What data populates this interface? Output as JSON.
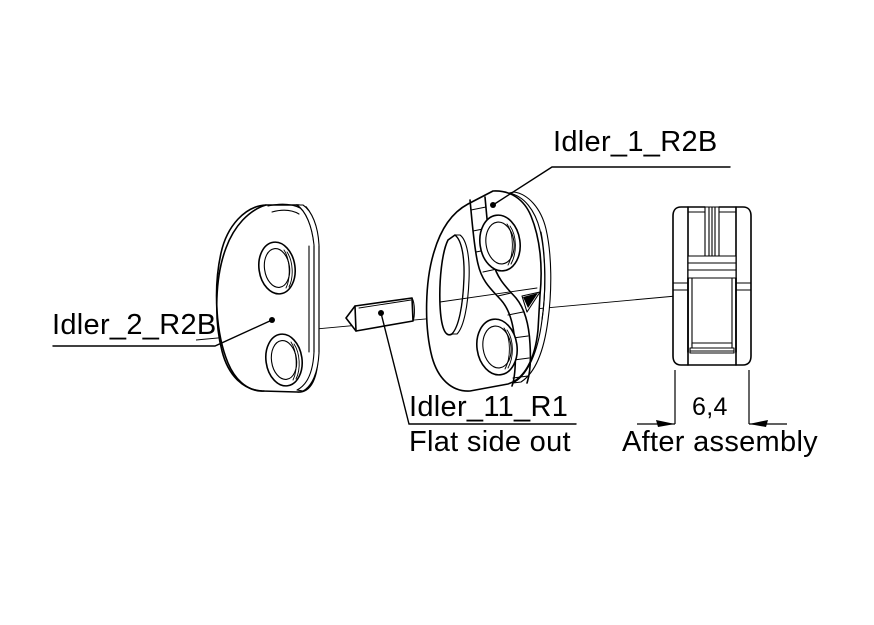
{
  "drawing": {
    "type": "exploded-assembly-technical-drawing",
    "background_color": "#ffffff",
    "line_color": "#000000",
    "parts": [
      {
        "id": "idler_1",
        "label": "Idler_1_R2B",
        "description": "double-bore idler plate with slot and ribbed face"
      },
      {
        "id": "idler_2",
        "label": "Idler_2_R2B",
        "description": "oval cover plate with two bores"
      },
      {
        "id": "idler_11",
        "label": "Idler_11_R1",
        "note": "Flat side out",
        "description": "cylindrical pin with chamfered end"
      },
      {
        "id": "assembly_side_view",
        "label": "After assembly",
        "description": "side elevation of completed assembly"
      }
    ]
  },
  "labels": {
    "idler_1": "Idler_1_R2B",
    "idler_2": "Idler_2_R2B",
    "idler_11": "Idler_11_R1",
    "flat_side_out": "Flat side out",
    "after_assembly": "After assembly"
  },
  "dimensions": {
    "assembly_width": {
      "value": "6,4",
      "units": "mm",
      "caption": "After assembly"
    }
  }
}
